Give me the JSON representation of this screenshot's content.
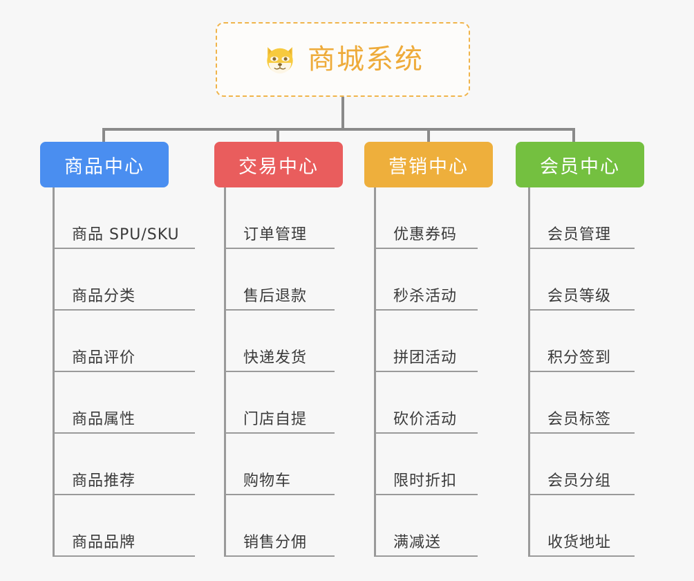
{
  "diagram": {
    "background_color": "#f7f7f7",
    "root": {
      "title": "商城系统",
      "icon": "shiba-dog-icon",
      "text_color": "#eeab3a",
      "border_color": "#f0b44a"
    },
    "connector_color": "#8a8a8a",
    "columns": [
      {
        "title": "商品中心",
        "color": "#4a8ef0",
        "items": [
          "商品 SPU/SKU",
          "商品分类",
          "商品评价",
          "商品属性",
          "商品推荐",
          "商品品牌"
        ]
      },
      {
        "title": "交易中心",
        "color": "#e95d5d",
        "items": [
          "订单管理",
          "售后退款",
          "快递发货",
          "门店自提",
          "购物车",
          "销售分佣"
        ]
      },
      {
        "title": "营销中心",
        "color": "#eeaf3c",
        "items": [
          "优惠券码",
          "秒杀活动",
          "拼团活动",
          "砍价活动",
          "限时折扣",
          "满减送"
        ]
      },
      {
        "title": "会员中心",
        "color": "#74c040",
        "items": [
          "会员管理",
          "会员等级",
          "积分签到",
          "会员标签",
          "会员分组",
          "收货地址"
        ]
      }
    ]
  }
}
